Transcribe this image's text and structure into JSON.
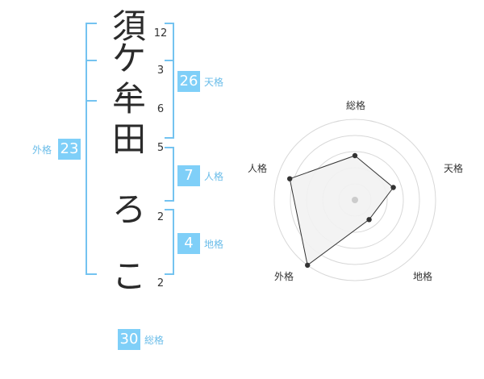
{
  "name": {
    "characters": [
      "須",
      "ケ",
      "牟",
      "田",
      "ろ",
      "こ"
    ],
    "stroke_counts": [
      "12",
      "3",
      "6",
      "5",
      "2",
      "2"
    ]
  },
  "fortune": {
    "tenkaku": {
      "label": "天格",
      "value": "26"
    },
    "jinkaku": {
      "label": "人格",
      "value": "7"
    },
    "chikaku": {
      "label": "地格",
      "value": "4"
    },
    "gaikaku": {
      "label": "外格",
      "value": "23"
    },
    "soukaku": {
      "label": "総格",
      "value": "30"
    }
  },
  "radar": {
    "labels": {
      "top": "総格",
      "right": "天格",
      "bottom_right": "地格",
      "bottom_left": "外格",
      "left": "人格"
    },
    "values": {
      "soukaku": 0.55,
      "tenkaku": 0.5,
      "chikaku": 0.3,
      "gaikaku": 1.0,
      "jinkaku": 0.85
    },
    "colors": {
      "ring": "#d8d8d8",
      "fill": "#f2f2f2",
      "line": "#333333",
      "center": "#cccccc"
    }
  }
}
